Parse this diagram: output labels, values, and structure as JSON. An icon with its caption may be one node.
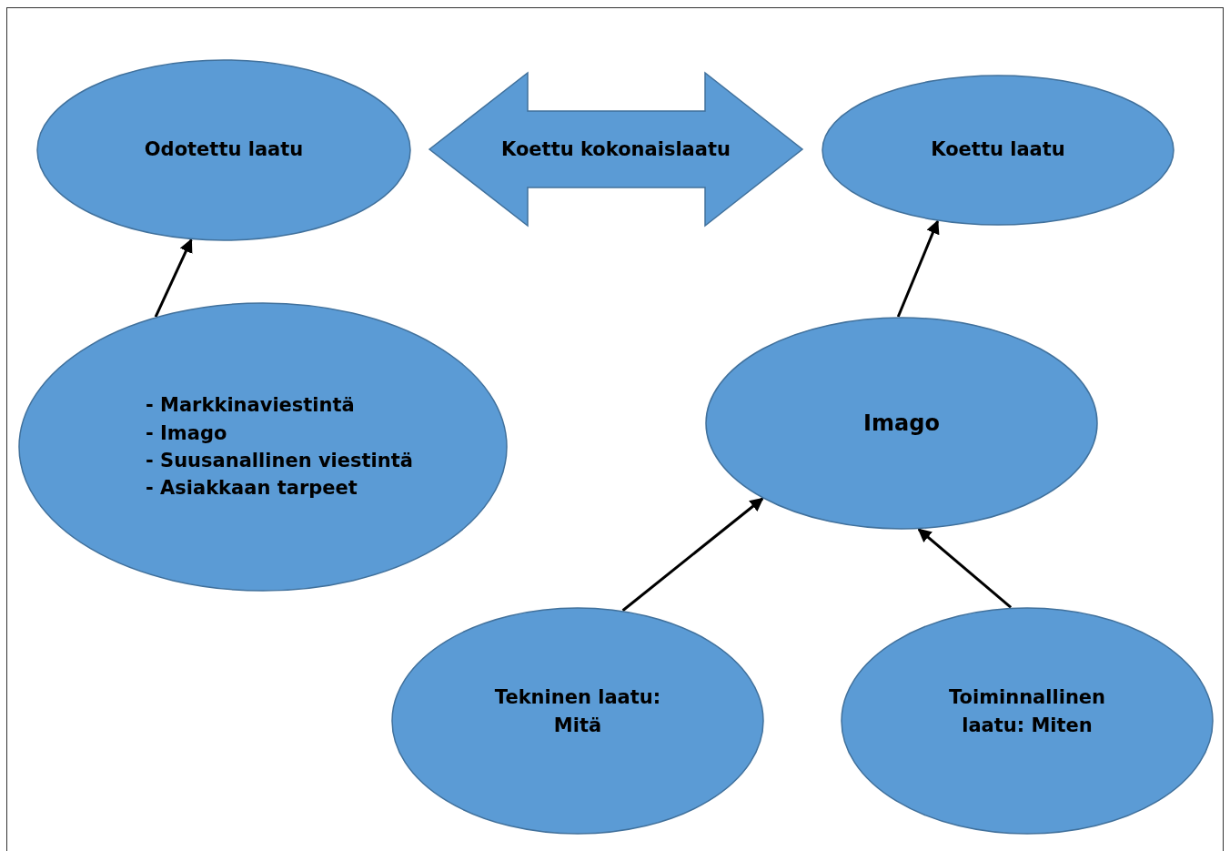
{
  "diagram": {
    "nodes": [
      {
        "text": [
          "Odotettu laatu"
        ]
      },
      {
        "text": [
          "Koettu kokonaislaatu"
        ]
      },
      {
        "text": [
          "Koettu laatu"
        ]
      },
      {
        "text": [
          "- Markkinaviestintä",
          "- Imago",
          "- Suusanallinen viestintä",
          "- Asiakkaan tarpeet"
        ]
      },
      {
        "text": [
          "Imago"
        ]
      },
      {
        "text": [
          "Tekninen laatu: Mitä"
        ]
      },
      {
        "text": [
          "Toiminnallinen laatu: Miten"
        ]
      }
    ],
    "edges": [
      {
        "from": 3,
        "to": 0,
        "arrow": "to"
      },
      {
        "from": 4,
        "to": 2,
        "arrow": "to"
      },
      {
        "from": 5,
        "to": 4,
        "arrow": "to"
      },
      {
        "from": 6,
        "to": 4,
        "arrow": "to"
      }
    ]
  }
}
